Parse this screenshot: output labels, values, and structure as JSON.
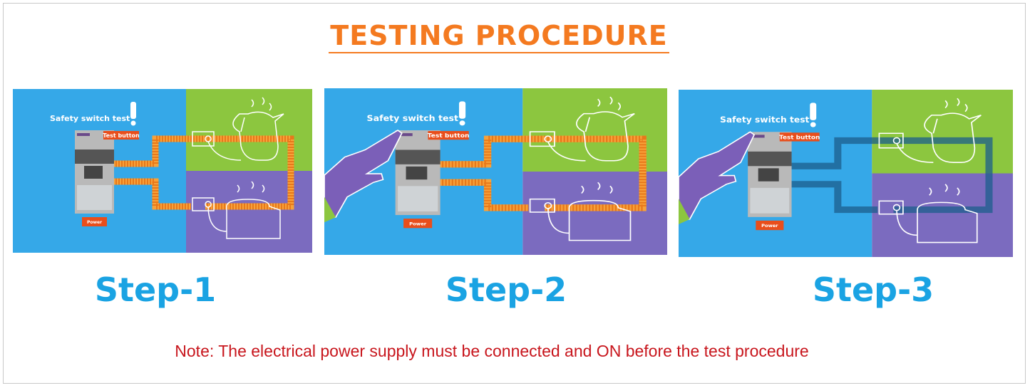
{
  "title": "TESTING PROCEDURE",
  "panels": [
    {
      "heading": "Safety switch test",
      "test_button": "Test button",
      "power": "Power",
      "step": "Step-1",
      "hand": false,
      "wire_state": "on"
    },
    {
      "heading": "Safety switch test",
      "test_button": "Test button",
      "power": "Power",
      "step": "Step-2",
      "hand": true,
      "wire_state": "on"
    },
    {
      "heading": "Safety switch test",
      "test_button": "Test button",
      "power": "Power",
      "step": "Step-3",
      "hand": true,
      "wire_state": "off"
    }
  ],
  "note": "Note: The electrical power supply must be connected and ON before the test procedure",
  "colors": {
    "title": "#f47a20",
    "step": "#1aa3e3",
    "note": "#c8161d",
    "blue": "#35a8e8",
    "green": "#8cc63f",
    "purple": "#7b6bbf",
    "wire_on": "#f7a23a",
    "wire_off": "#1c5d8c"
  }
}
